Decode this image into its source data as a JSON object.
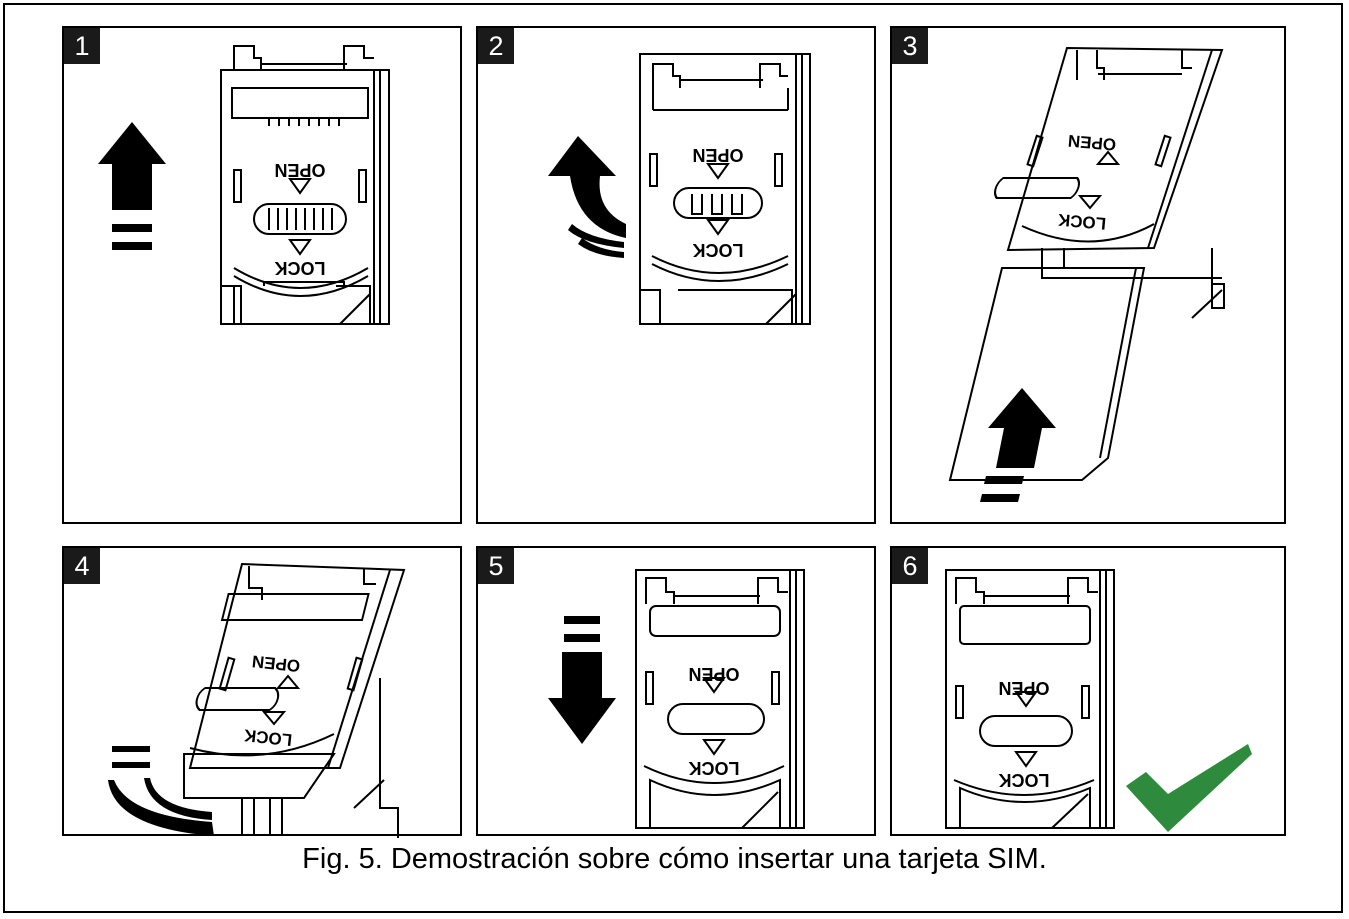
{
  "steps": [
    {
      "number": "1",
      "open_label": "OPEN",
      "lock_label": "LOCK"
    },
    {
      "number": "2",
      "open_label": "OPEN",
      "lock_label": "LOCK"
    },
    {
      "number": "3",
      "open_label": "OPEN",
      "lock_label": "LOCK"
    },
    {
      "number": "4",
      "open_label": "OPEN",
      "lock_label": "LOCK"
    },
    {
      "number": "5",
      "open_label": "OPEN",
      "lock_label": "LOCK"
    },
    {
      "number": "6",
      "open_label": "OPEN",
      "lock_label": "LOCK"
    }
  ],
  "caption": "Fig. 5. Demostración sobre cómo insertar una tarjeta SIM.",
  "colors": {
    "check": "#2e8b3d",
    "ink": "#000000"
  },
  "icons": [
    "arrow-up-icon",
    "curved-arrow-up-icon",
    "arrow-down-icon",
    "curved-arrow-left-icon",
    "checkmark-icon"
  ]
}
